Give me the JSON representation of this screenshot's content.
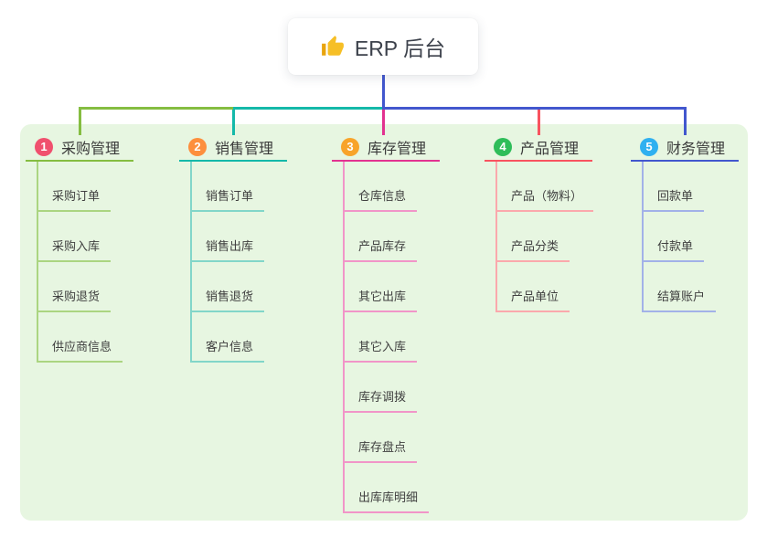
{
  "root": {
    "label": "ERP 后台",
    "icon": "thumbs-up-icon",
    "stem_color": "#4257ce"
  },
  "canvas": {
    "background": "#ffffff",
    "panel_background": "#e7f6e1"
  },
  "branches": [
    {
      "number": "1",
      "label": "采购管理",
      "badge_color": "#f0506e",
      "line_color": "#85bd41",
      "child_line_color": "#abd581",
      "children": [
        "采购订单",
        "采购入库",
        "采购退货",
        "供应商信息"
      ]
    },
    {
      "number": "2",
      "label": "销售管理",
      "badge_color": "#fd8f3d",
      "line_color": "#14b9a9",
      "child_line_color": "#82d6c9",
      "children": [
        "销售订单",
        "销售出库",
        "销售退货",
        "客户信息"
      ]
    },
    {
      "number": "3",
      "label": "库存管理",
      "badge_color": "#f8a42a",
      "line_color": "#e23290",
      "child_line_color": "#f195c8",
      "children": [
        "仓库信息",
        "产品库存",
        "其它出库",
        "其它入库",
        "库存调拨",
        "库存盘点",
        "出库库明细"
      ]
    },
    {
      "number": "4",
      "label": "产品管理",
      "badge_color": "#2ebd59",
      "line_color": "#f8535f",
      "child_line_color": "#fba8ac",
      "children": [
        "产品（物料）",
        "产品分类",
        "产品单位"
      ]
    },
    {
      "number": "5",
      "label": "财务管理",
      "badge_color": "#2fb0f0",
      "line_color": "#4257ce",
      "child_line_color": "#a2b1e8",
      "children": [
        "回款单",
        "付款单",
        "结算账户"
      ]
    }
  ]
}
